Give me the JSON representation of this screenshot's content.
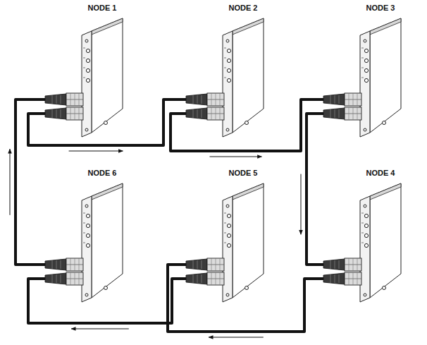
{
  "diagram": {
    "nodes": [
      {
        "text": [
          "NODE 1"
        ]
      },
      {
        "text": [
          "NODE 2"
        ]
      },
      {
        "text": [
          "NODE 3"
        ]
      },
      {
        "text": [
          "NODE 6"
        ]
      },
      {
        "text": [
          "NODE 5"
        ]
      },
      {
        "text": [
          "NODE 4"
        ]
      }
    ],
    "edges": [
      {
        "from": 0,
        "to": 1,
        "arrow": "to"
      },
      {
        "from": 1,
        "to": 2,
        "arrow": "to"
      },
      {
        "from": 2,
        "to": 5,
        "arrow": "to"
      },
      {
        "from": 5,
        "to": 4,
        "arrow": "to"
      },
      {
        "from": 4,
        "to": 3,
        "arrow": "to"
      },
      {
        "from": 3,
        "to": 0,
        "arrow": "to"
      }
    ]
  }
}
